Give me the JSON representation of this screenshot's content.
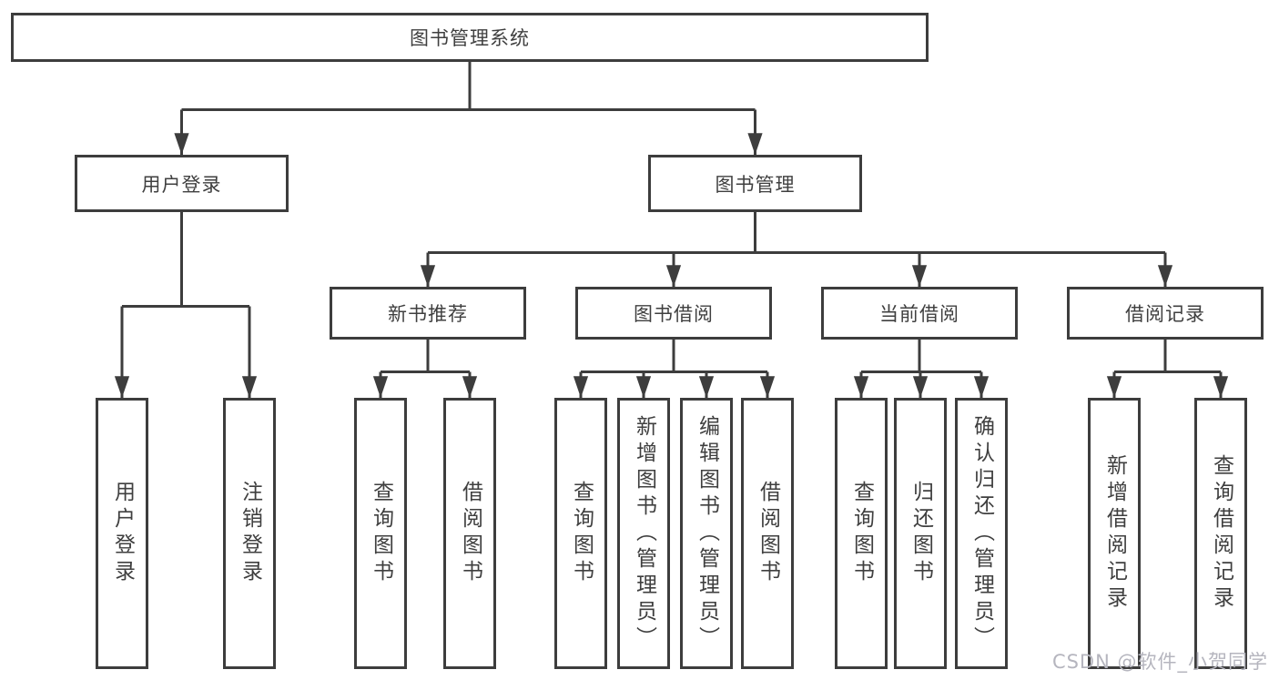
{
  "diagram": {
    "root": {
      "label": "图书管理系统"
    },
    "level2": [
      {
        "label": "用户登录"
      },
      {
        "label": "图书管理"
      }
    ],
    "level3": [
      {
        "label": "新书推荐"
      },
      {
        "label": "图书借阅"
      },
      {
        "label": "当前借阅"
      },
      {
        "label": "借阅记录"
      }
    ],
    "leaves": [
      {
        "label": "用户登录"
      },
      {
        "label": "注销登录"
      },
      {
        "label": "查询图书"
      },
      {
        "label": "借阅图书"
      },
      {
        "label": "查询图书"
      },
      {
        "label": "新增图书（管理员）"
      },
      {
        "label": "编辑图书（管理员）"
      },
      {
        "label": "借阅图书"
      },
      {
        "label": "查询图书"
      },
      {
        "label": "归还图书"
      },
      {
        "label": "确认归还（管理员）"
      },
      {
        "label": "新增借阅记录"
      },
      {
        "label": "查询借阅记录"
      }
    ]
  },
  "watermark": {
    "text": "CSDN @软件_小贺同学"
  },
  "colors": {
    "line": "#3d3d3d",
    "background": "#ffffff",
    "watermark_text": "#b5b5be"
  }
}
